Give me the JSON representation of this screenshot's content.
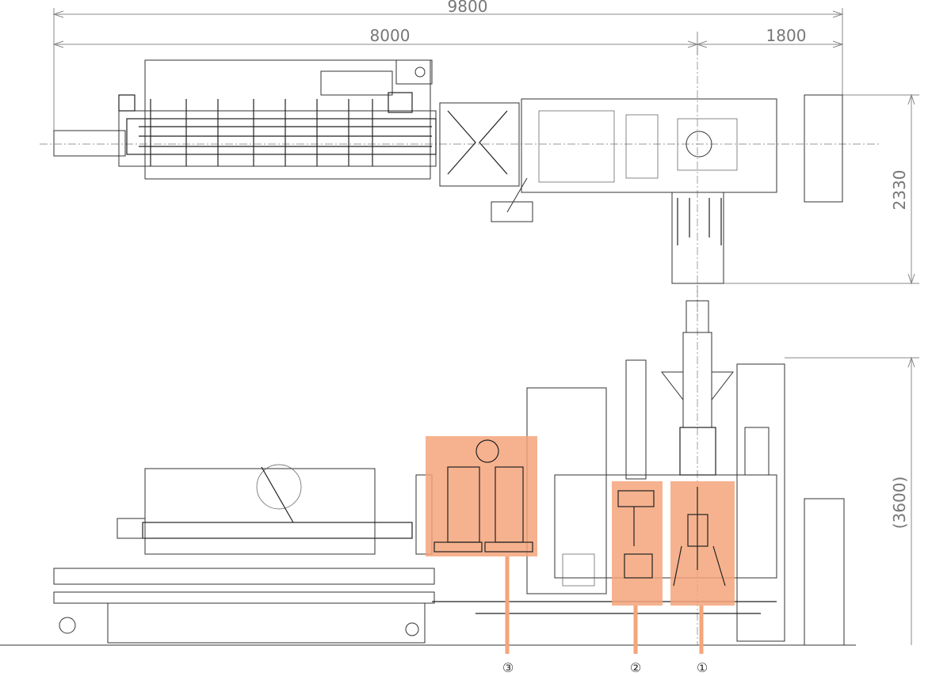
{
  "dimensions": {
    "overall_length": "9800",
    "main_length": "8000",
    "end_length": "1800",
    "plan_width": "2330",
    "elevation_height": "(3600)"
  },
  "markers": [
    {
      "label": "③"
    },
    {
      "label": "②"
    },
    {
      "label": "①"
    }
  ],
  "colors": {
    "highlight": "#f4a57a",
    "line": "#333333",
    "dimension": "#888888"
  }
}
